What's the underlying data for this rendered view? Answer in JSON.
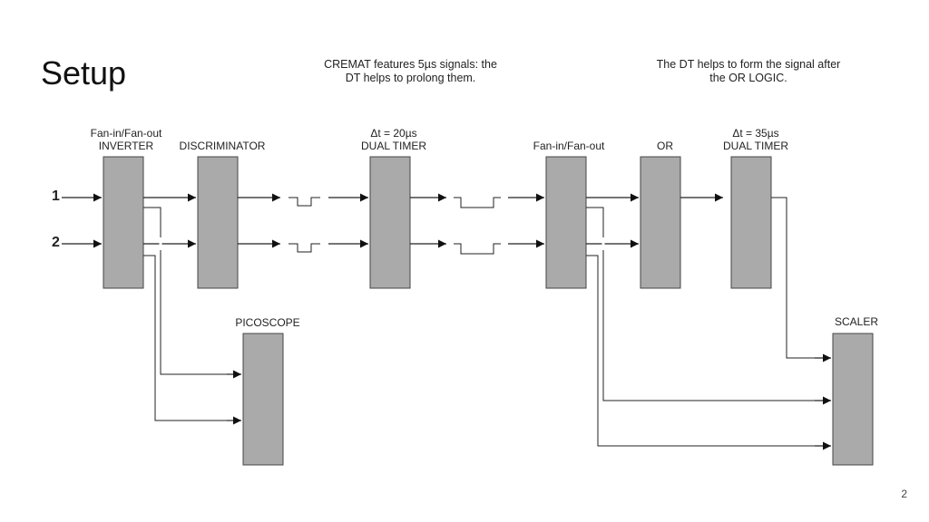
{
  "slide": {
    "title": "Setup",
    "page_number": "2"
  },
  "notes": {
    "cremat": [
      "CREMAT features 5µs signals: the",
      "DT helps to prolong them."
    ],
    "dt_or": [
      "The DT helps to form the signal after",
      "the OR LOGIC."
    ]
  },
  "inputs": {
    "ch1": "1",
    "ch2": "2"
  },
  "modules": {
    "inverter": [
      "Fan-in/Fan-out",
      "INVERTER"
    ],
    "discriminator": [
      "DISCRIMINATOR"
    ],
    "dual_timer_1": [
      "Δt = 20µs",
      "DUAL TIMER"
    ],
    "fanout": [
      "Fan-in/Fan-out"
    ],
    "or": [
      "OR"
    ],
    "dual_timer_2": [
      "Δt = 35µs",
      "DUAL TIMER"
    ],
    "picoscope": [
      "PICOSCOPE"
    ],
    "scaler": [
      "SCALER"
    ]
  }
}
